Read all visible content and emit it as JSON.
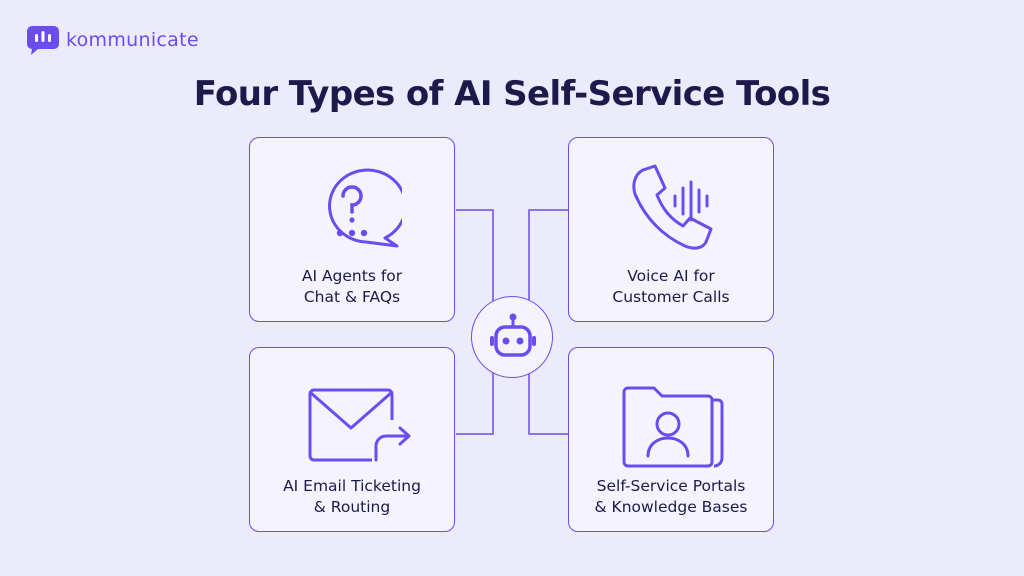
{
  "brand": {
    "name": "kommunicate",
    "accent": "#6a4cf0"
  },
  "title": "Four Types of AI Self-Service Tools",
  "cards": [
    {
      "icon": "chat-question-icon",
      "line1": "AI Agents for",
      "line2": "Chat & FAQs"
    },
    {
      "icon": "phone-voice-icon",
      "line1": "Voice AI for",
      "line2": "Customer Calls"
    },
    {
      "icon": "email-forward-icon",
      "line1": "AI Email Ticketing",
      "line2": "& Routing"
    },
    {
      "icon": "folder-user-icon",
      "line1": "Self-Service Portals",
      "line2": "& Knowledge Bases"
    }
  ],
  "hub": {
    "icon": "robot-icon"
  },
  "colors": {
    "background": "#ecebfb",
    "card": "#f5f4fe",
    "text": "#1c1a4a"
  }
}
